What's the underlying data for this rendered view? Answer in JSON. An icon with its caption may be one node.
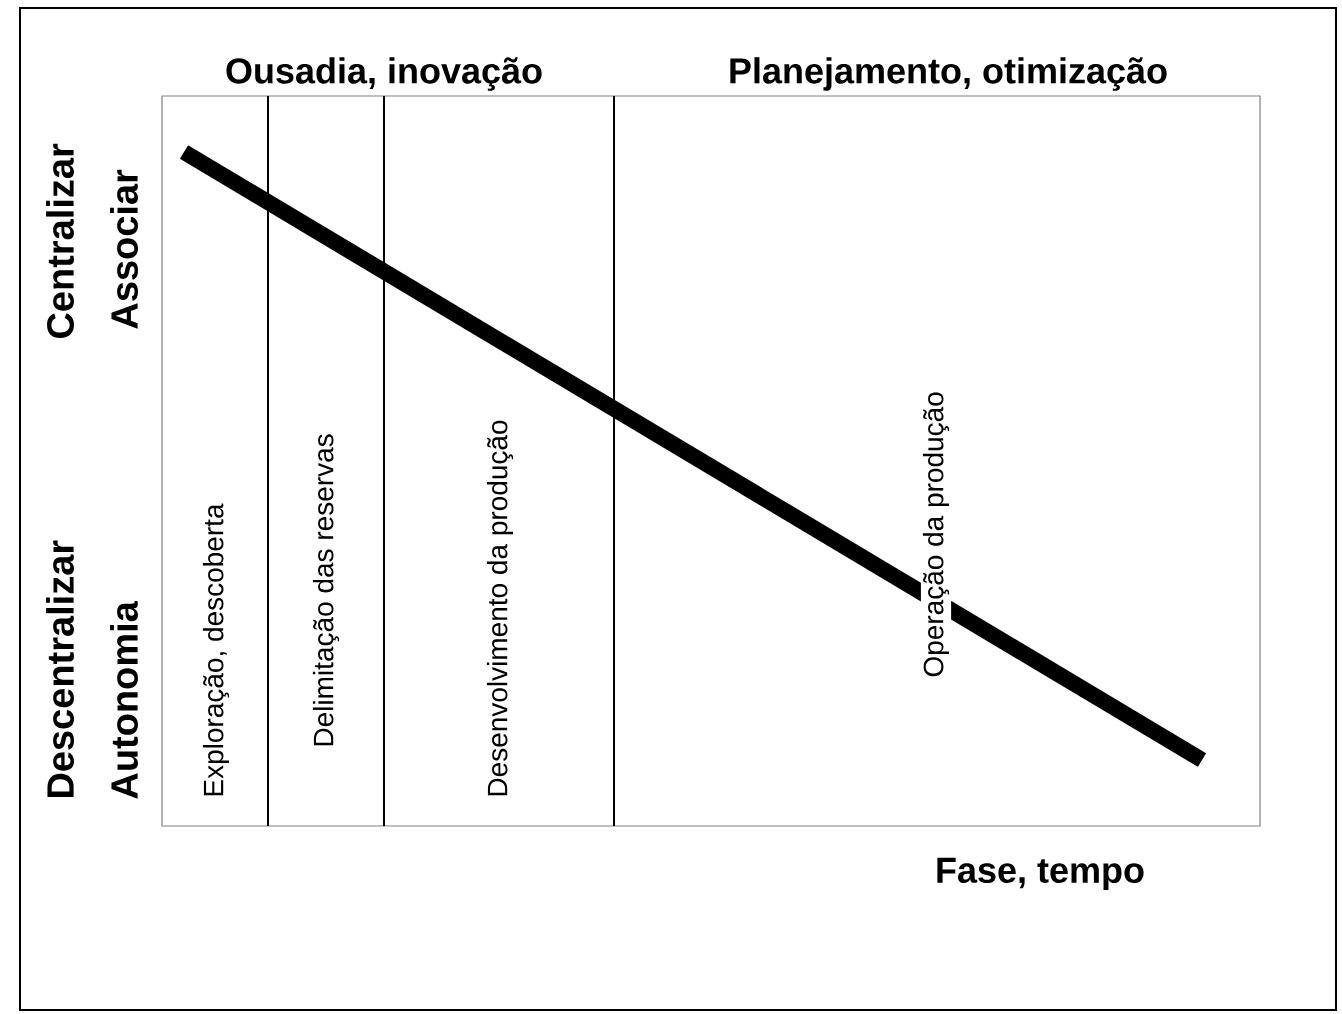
{
  "diagram": {
    "nodes": [
      {
        "text": [
          "Exploração, descoberta"
        ]
      },
      {
        "text": [
          "Delimitação das reservas"
        ]
      },
      {
        "text": [
          "Desenvolvimento da produção"
        ]
      },
      {
        "text": [
          "Operação da produção"
        ]
      }
    ],
    "labels": [
      "Ousadia, inovação",
      "Planejamento, otimização",
      "Centralizar",
      "Associar",
      "Descentralizar",
      "Autonomia",
      "Fase, tempo"
    ]
  }
}
